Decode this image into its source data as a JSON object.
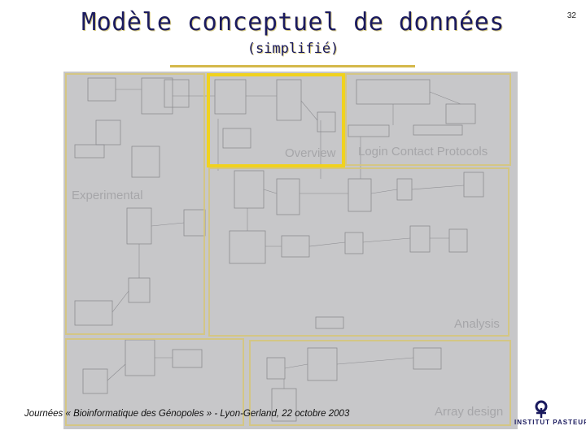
{
  "slide": {
    "title": "Modèle conceptuel de données",
    "subtitle": "(simplifié)",
    "page_number": "32",
    "footer": "Journées « Bioinformatique des Génopoles » - Lyon-Gerland, 22 octobre 2003",
    "logo_text": "INSTITUT PASTEUR"
  },
  "diagram": {
    "regions": [
      {
        "label": "Experimental"
      },
      {
        "label": "Overview",
        "highlighted": true
      },
      {
        "label": "Login  Contact  Protocols"
      },
      {
        "label": "Analysis"
      },
      {
        "label": ""
      },
      {
        "label": "Array design"
      }
    ]
  },
  "colors": {
    "title": "#1a1a5e",
    "rule": "#d4b84a",
    "diagram_background": "#c7c7c9",
    "region_border": "#d6c678",
    "highlight_border": "#f0d21e"
  }
}
